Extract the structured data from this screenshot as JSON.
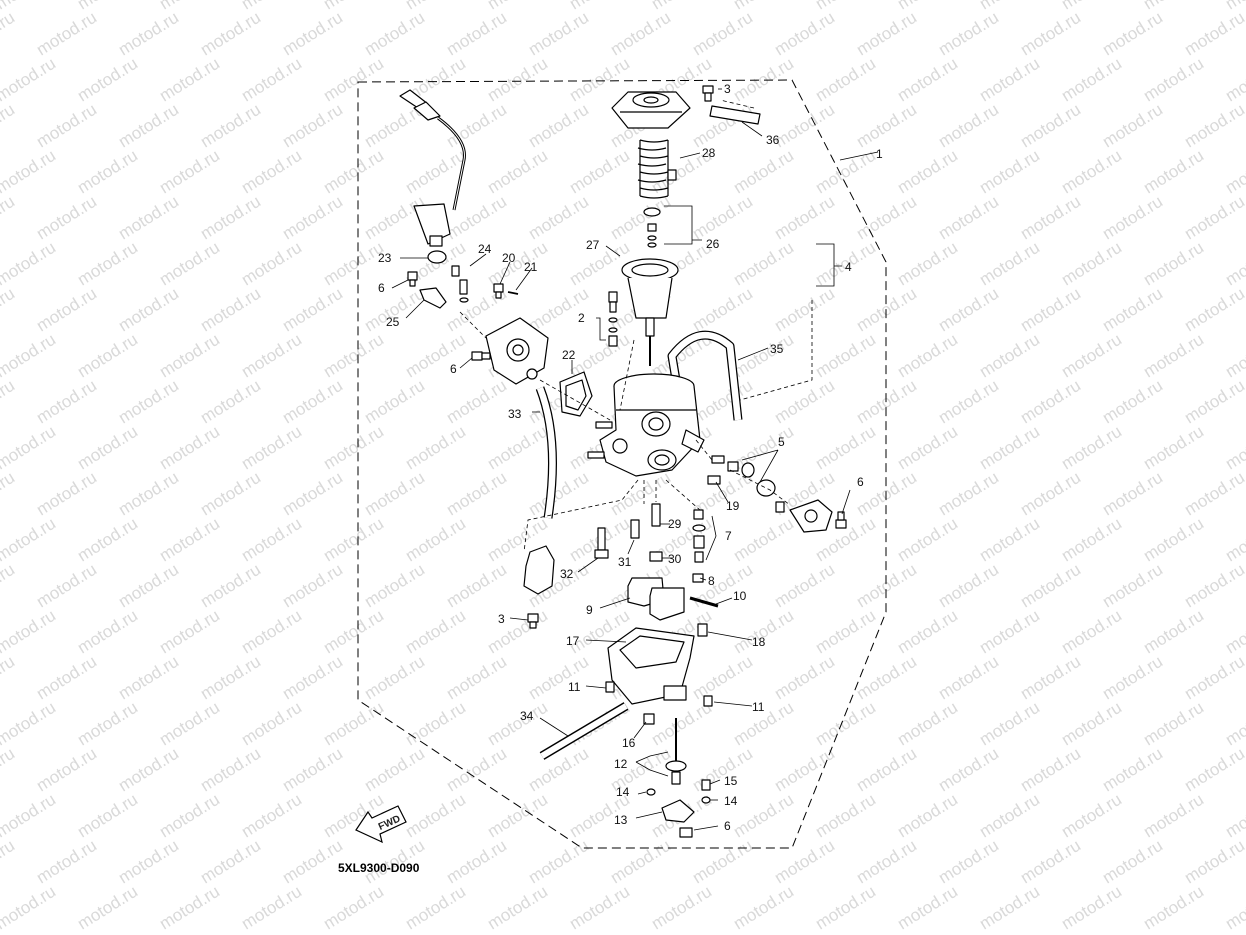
{
  "watermark": {
    "text": "motod.ru",
    "color": "#d6d6d6"
  },
  "diagram": {
    "code": "5XL9300-D090",
    "fwd_label": "FWD",
    "callouts": [
      "1",
      "2",
      "3",
      "3",
      "4",
      "5",
      "6",
      "6",
      "6",
      "6",
      "7",
      "8",
      "9",
      "10",
      "11",
      "11",
      "12",
      "13",
      "14",
      "14",
      "15",
      "16",
      "17",
      "18",
      "19",
      "20",
      "21",
      "22",
      "23",
      "24",
      "25",
      "26",
      "27",
      "28",
      "29",
      "30",
      "31",
      "32",
      "33",
      "34",
      "35",
      "36"
    ]
  }
}
